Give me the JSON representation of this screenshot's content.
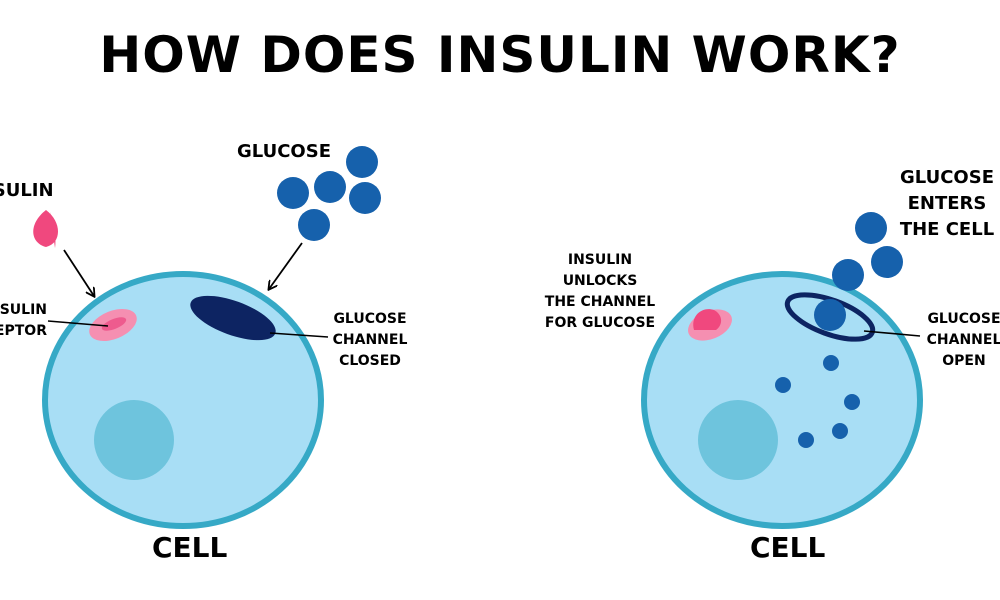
{
  "title": "HOW DOES INSULIN WORK?",
  "left_panel": {
    "glucose_label": "GLUCOSE",
    "insulin_label": "INSULIN",
    "receptor_label": [
      "INSULIN",
      "RECEPTOR"
    ],
    "channel_label": [
      "GLUCOSE",
      "CHANNEL",
      "CLOSED"
    ],
    "cell_label": "CELL"
  },
  "right_panel": {
    "glucose_enters_label": [
      "GLUCOSE",
      "ENTERS",
      "THE CELL"
    ],
    "insulin_unlocks_label": [
      "INSULIN",
      "UNLOCKS",
      "THE CHANNEL",
      "FOR GLUCOSE"
    ],
    "channel_label": [
      "GLUCOSE",
      "CHANNEL",
      "OPEN"
    ],
    "cell_label": "CELL"
  },
  "colors": {
    "cell_fill": "#a8def5",
    "cell_border": "#36a9c6",
    "nucleus": "#6ec4dd",
    "glucose": "#1661ac",
    "channel": "#0d2462",
    "insulin": "#f0487e",
    "receptor": "#f58fb1"
  }
}
